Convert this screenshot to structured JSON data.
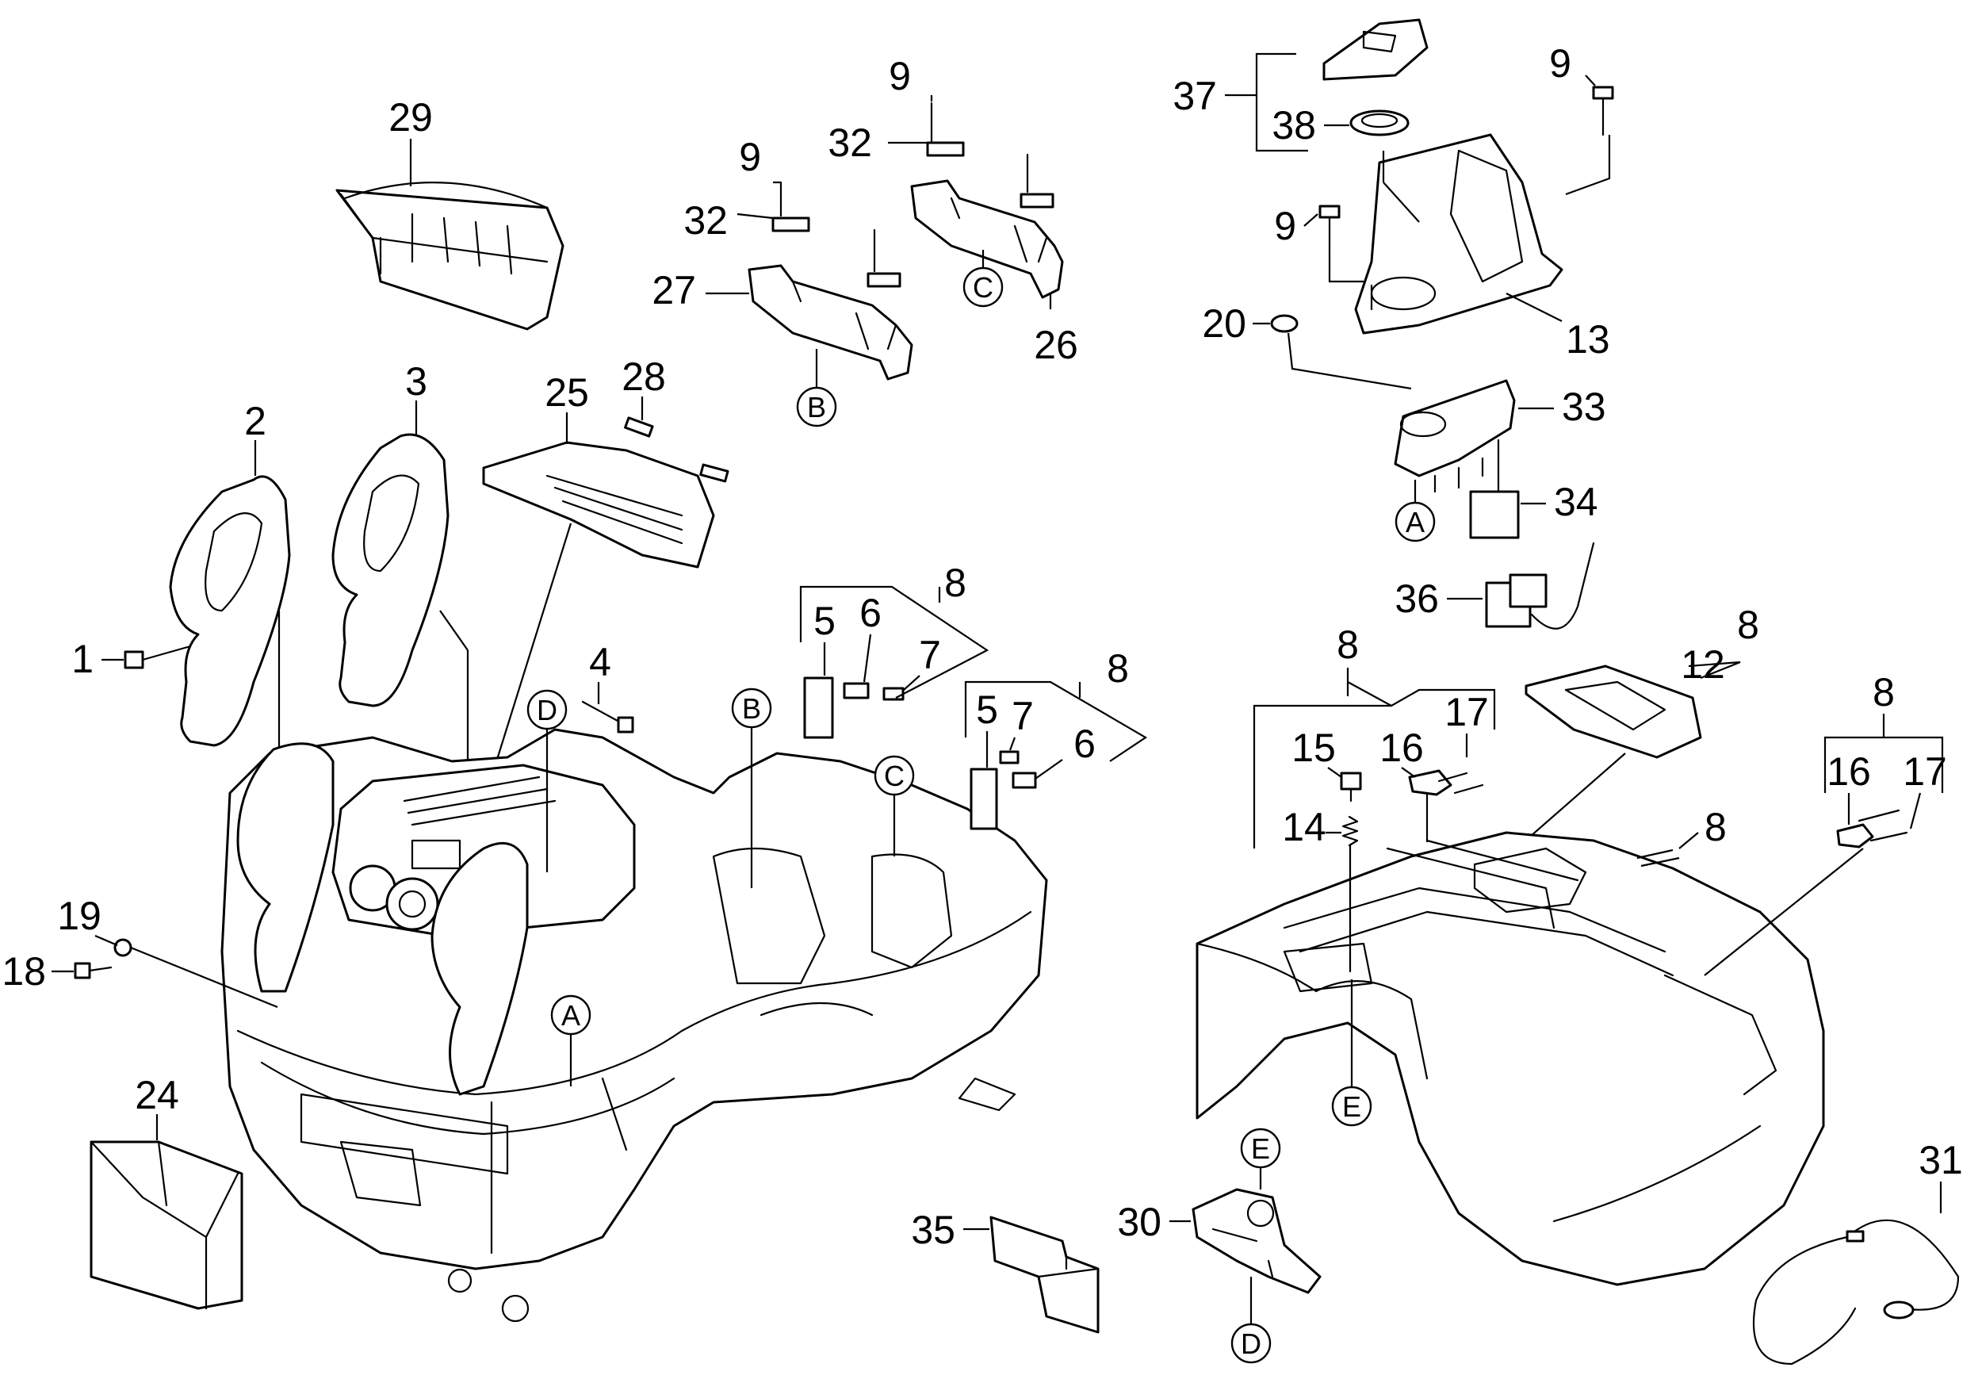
{
  "part_numbers": {
    "p1": "1",
    "p2": "2",
    "p3": "3",
    "p4": "4",
    "p5a": "5",
    "p5b": "5",
    "p6a": "6",
    "p6b": "6",
    "p7a": "7",
    "p7b": "7",
    "p8a": "8",
    "p8b": "8",
    "p8c": "8",
    "p8d": "8",
    "p8e": "8",
    "p8f": "8",
    "p9a": "9",
    "p9b": "9",
    "p9c": "9",
    "p9d": "9",
    "p12": "12",
    "p13": "13",
    "p14": "14",
    "p15": "15",
    "p16a": "16",
    "p16b": "16",
    "p17a": "17",
    "p17b": "17",
    "p18": "18",
    "p19": "19",
    "p20": "20",
    "p24": "24",
    "p25": "25",
    "p26": "26",
    "p27": "27",
    "p28": "28",
    "p29": "29",
    "p30": "30",
    "p31": "31",
    "p32a": "32",
    "p32b": "32",
    "p33": "33",
    "p34": "34",
    "p35": "35",
    "p36": "36",
    "p37": "37",
    "p38": "38"
  },
  "connection_letters": {
    "a_left": "A",
    "a_right": "A",
    "b_top": "B",
    "b_body": "B",
    "c_top": "C",
    "c_body": "C",
    "d_body": "D",
    "d_bottom": "D",
    "e_cover": "E",
    "e_bracket": "E"
  },
  "colors": {
    "line": "#000000",
    "background": "#ffffff"
  }
}
